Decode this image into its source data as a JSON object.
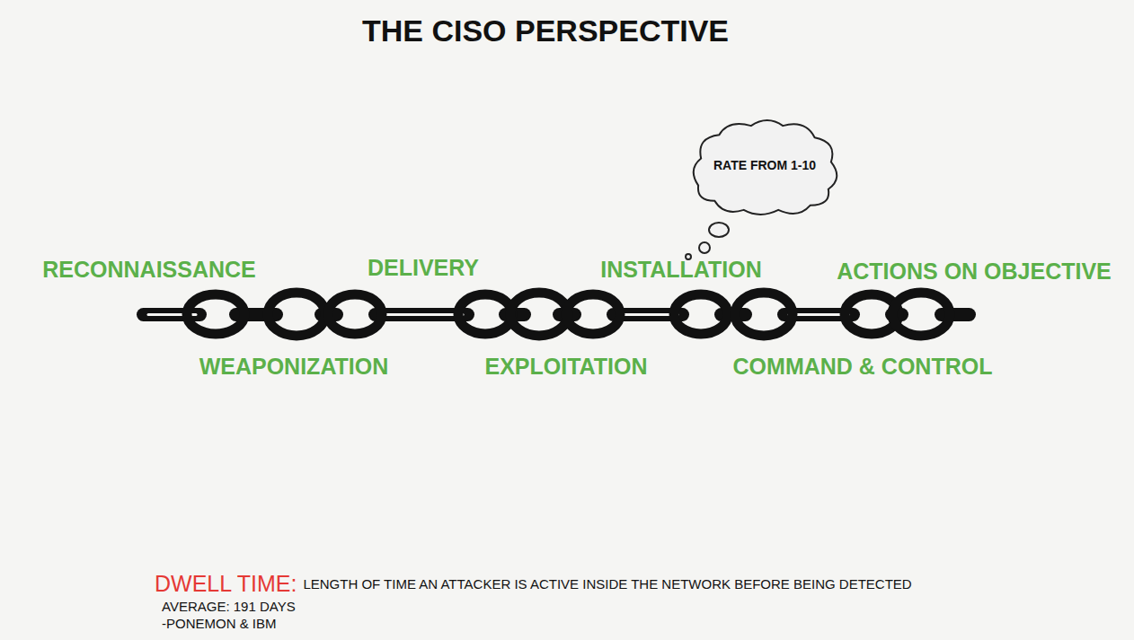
{
  "diagram": {
    "title": "THE CISO PERSPECTIVE",
    "nodes": [
      {
        "text": [
          "RATE FROM 1-10"
        ]
      }
    ],
    "labels": [
      "RECONNAISSANCE",
      "DELIVERY",
      "INSTALLATION",
      "ACTIONS ON OBJECTIVE",
      "WEAPONIZATION",
      "EXPLOITATION",
      "COMMAND & CONTROL",
      "DWELL TIME:",
      "LENGTH OF TIME AN ATTACKER IS ACTIVE INSIDE THE NETWORK BEFORE BEING DETECTED",
      "AVERAGE: 191 DAYS",
      "-PONEMON & IBM"
    ]
  }
}
